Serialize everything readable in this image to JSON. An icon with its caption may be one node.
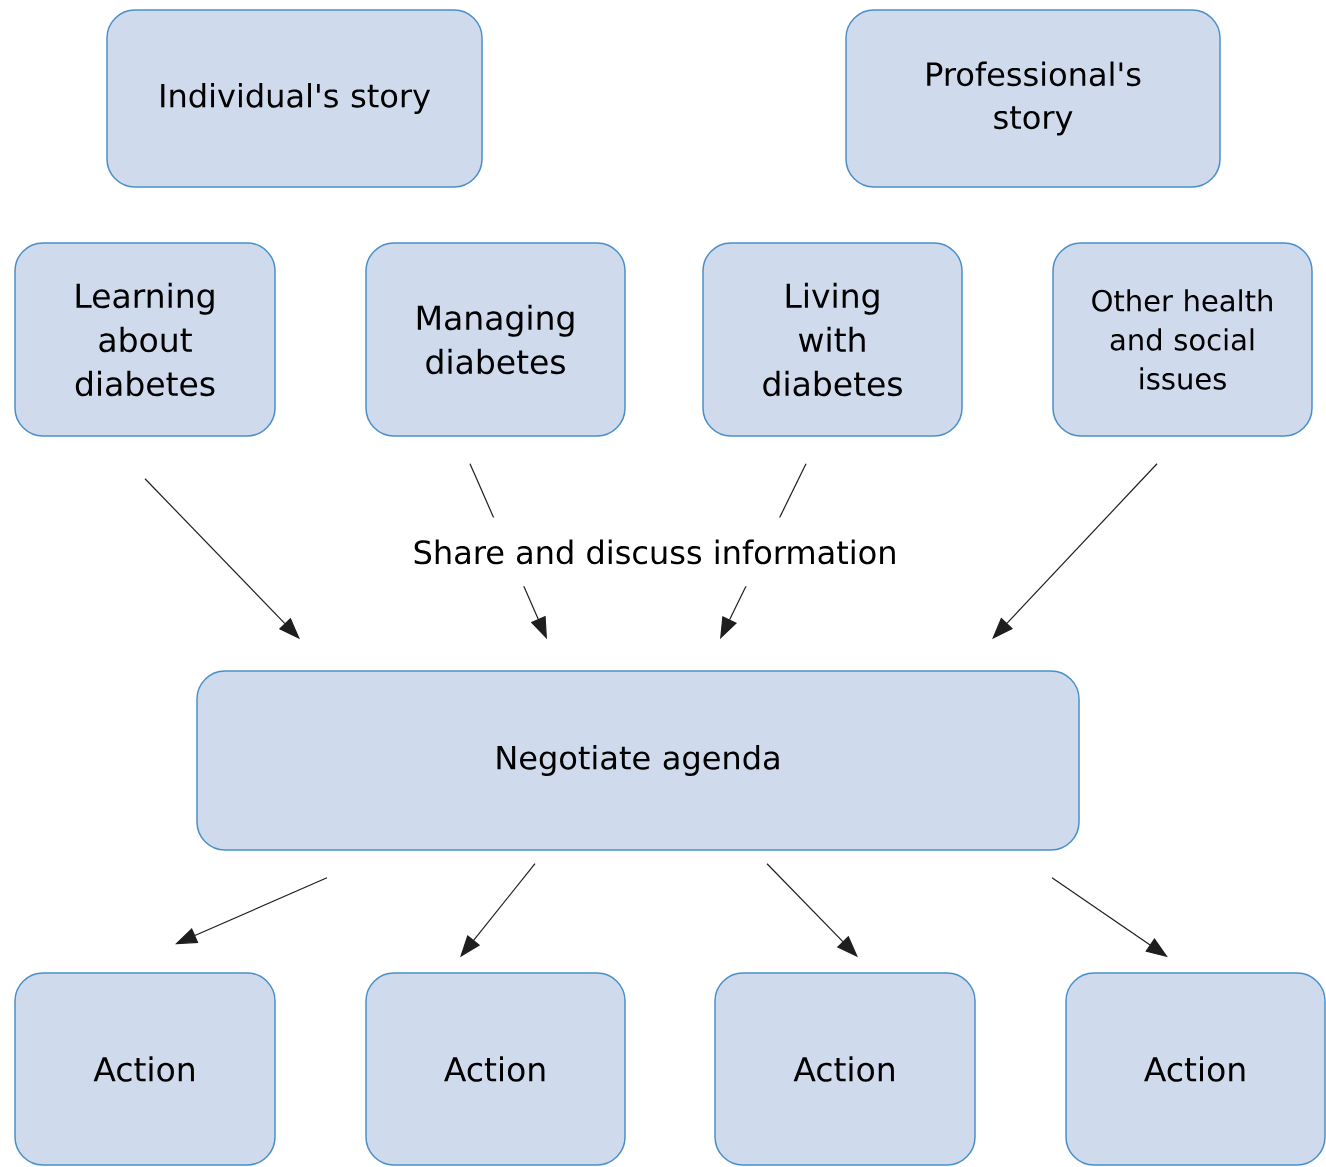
{
  "diagram": {
    "nodes": [
      {
        "text": [
          "Individual's story"
        ]
      },
      {
        "text": [
          "Professional's story"
        ]
      },
      {
        "text": [
          "Learning about diabetes"
        ]
      },
      {
        "text": [
          "Managing diabetes"
        ]
      },
      {
        "text": [
          "Living with diabetes"
        ]
      },
      {
        "text": [
          "Other health and social issues"
        ]
      },
      {
        "text": [
          "Negotiate agenda"
        ]
      },
      {
        "text": [
          "Action"
        ]
      },
      {
        "text": [
          "Action"
        ]
      },
      {
        "text": [
          "Action"
        ]
      },
      {
        "text": [
          "Action"
        ]
      }
    ],
    "edges": [
      {
        "from": 2,
        "to": 6,
        "arrow": "to"
      },
      {
        "from": 3,
        "to": 6,
        "arrow": "to"
      },
      {
        "from": 4,
        "to": 6,
        "arrow": "to"
      },
      {
        "from": 5,
        "to": 6,
        "arrow": "to"
      },
      {
        "from": 6,
        "to": 7,
        "arrow": "to"
      },
      {
        "from": 6,
        "to": 8,
        "arrow": "to"
      },
      {
        "from": 6,
        "to": 9,
        "arrow": "to"
      },
      {
        "from": 6,
        "to": 10,
        "arrow": "to"
      }
    ],
    "labels": [
      "Share and discuss information"
    ]
  }
}
